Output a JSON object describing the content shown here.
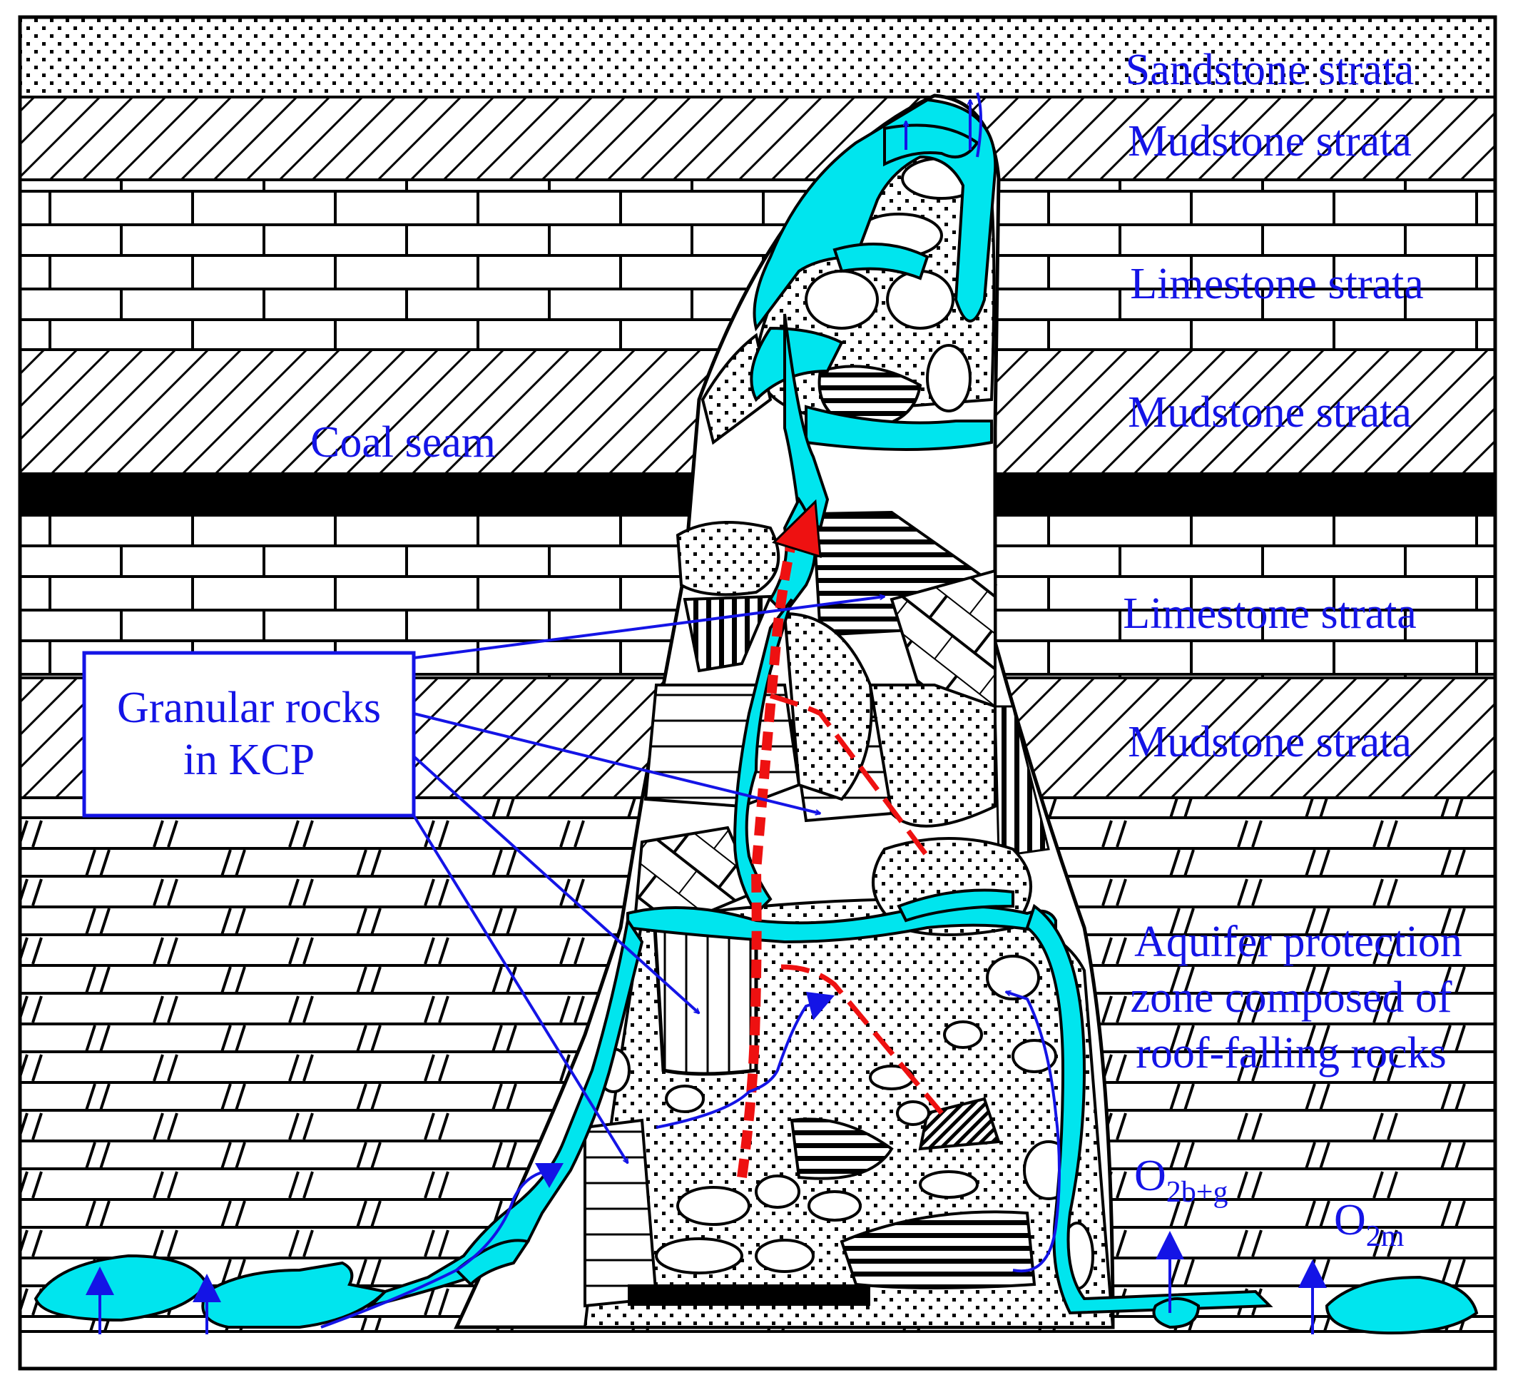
{
  "labels": {
    "sandstone": "Sandstone strata",
    "mudstone_1": "Mudstone strata",
    "limestone_1": "Limestone strata",
    "mudstone_2": "Mudstone strata",
    "coal_seam": "Coal seam",
    "limestone_2": "Limestone strata",
    "mudstone_3": "Mudstone strata",
    "granular_line1": "Granular rocks",
    "granular_line2": "in KCP",
    "aquifer_line1": "Aquifer protection",
    "aquifer_line2": "zone composed of",
    "aquifer_line3": "roof-falling rocks",
    "o2bg_main": "O",
    "o2bg_sub": "2b+g",
    "o2m_main": "O",
    "o2m_sub": "2m"
  },
  "colors": {
    "water": "#00e5ee",
    "label_blue": "#1414e6",
    "flow_red": "#ee1111",
    "outline": "#000000",
    "coal": "#000000"
  }
}
